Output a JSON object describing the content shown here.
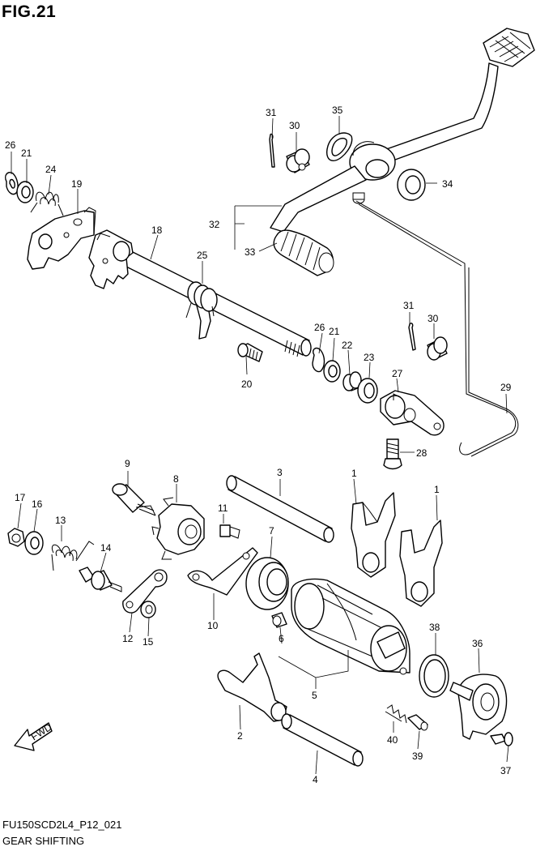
{
  "figure": {
    "title": "FIG.21",
    "model_code": "FU150SCD2L4_P12_021",
    "caption": "GEAR SHIFTING",
    "direction_label": "FWD"
  },
  "callouts": [
    {
      "id": "c1a",
      "label": "1"
    },
    {
      "id": "c1b",
      "label": "1"
    },
    {
      "id": "c2",
      "label": "2"
    },
    {
      "id": "c3",
      "label": "3"
    },
    {
      "id": "c4",
      "label": "4"
    },
    {
      "id": "c5",
      "label": "5"
    },
    {
      "id": "c6",
      "label": "6"
    },
    {
      "id": "c7",
      "label": "7"
    },
    {
      "id": "c8",
      "label": "8"
    },
    {
      "id": "c9",
      "label": "9"
    },
    {
      "id": "c10",
      "label": "10"
    },
    {
      "id": "c11",
      "label": "11"
    },
    {
      "id": "c12",
      "label": "12"
    },
    {
      "id": "c13",
      "label": "13"
    },
    {
      "id": "c14",
      "label": "14"
    },
    {
      "id": "c15",
      "label": "15"
    },
    {
      "id": "c16",
      "label": "16"
    },
    {
      "id": "c17",
      "label": "17"
    },
    {
      "id": "c18",
      "label": "18"
    },
    {
      "id": "c19",
      "label": "19"
    },
    {
      "id": "c20",
      "label": "20"
    },
    {
      "id": "c21a",
      "label": "21"
    },
    {
      "id": "c21b",
      "label": "21"
    },
    {
      "id": "c22",
      "label": "22"
    },
    {
      "id": "c23",
      "label": "23"
    },
    {
      "id": "c24",
      "label": "24"
    },
    {
      "id": "c25",
      "label": "25"
    },
    {
      "id": "c26a",
      "label": "26"
    },
    {
      "id": "c26b",
      "label": "26"
    },
    {
      "id": "c27",
      "label": "27"
    },
    {
      "id": "c28",
      "label": "28"
    },
    {
      "id": "c29",
      "label": "29"
    },
    {
      "id": "c30a",
      "label": "30"
    },
    {
      "id": "c30b",
      "label": "30"
    },
    {
      "id": "c31a",
      "label": "31"
    },
    {
      "id": "c31b",
      "label": "31"
    },
    {
      "id": "c32",
      "label": "32"
    },
    {
      "id": "c33",
      "label": "33"
    },
    {
      "id": "c34",
      "label": "34"
    },
    {
      "id": "c35",
      "label": "35"
    },
    {
      "id": "c36",
      "label": "36"
    },
    {
      "id": "c37",
      "label": "37"
    },
    {
      "id": "c38",
      "label": "38"
    },
    {
      "id": "c39",
      "label": "39"
    },
    {
      "id": "c40",
      "label": "40"
    }
  ]
}
